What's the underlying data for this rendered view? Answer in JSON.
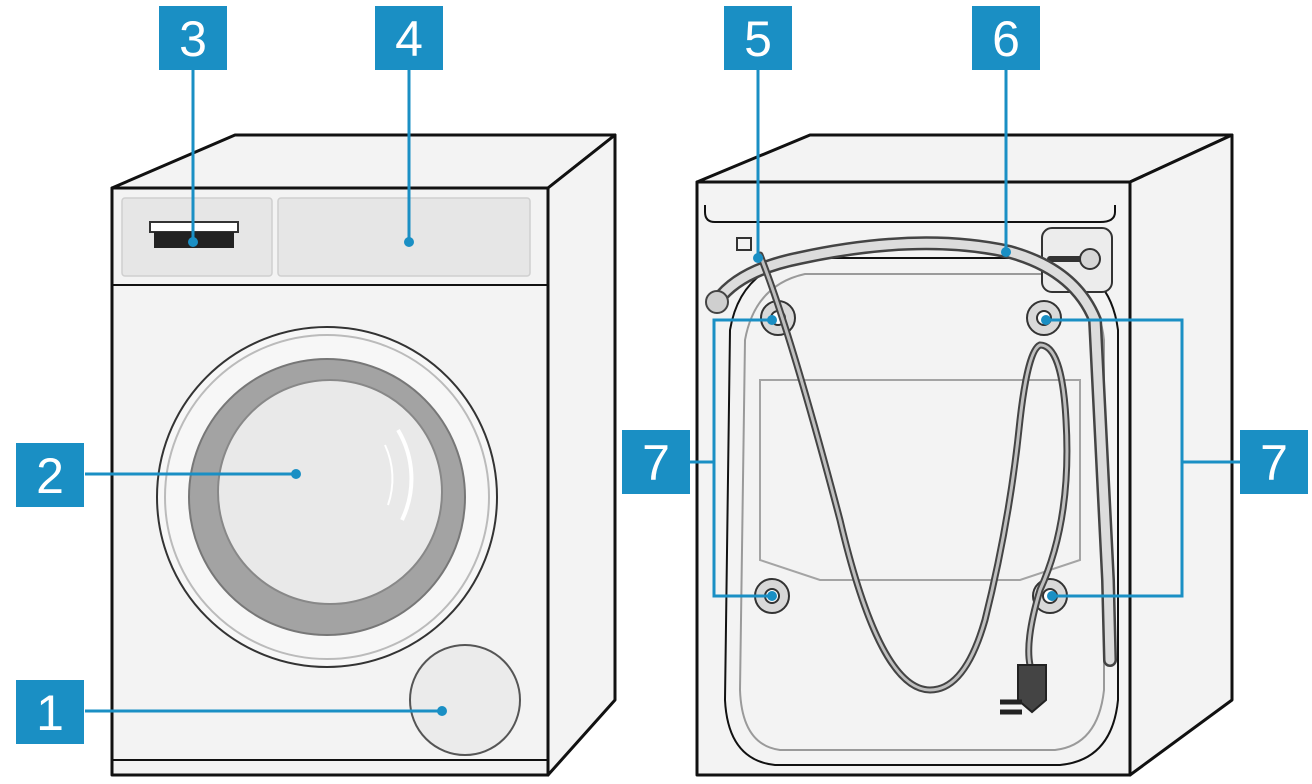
{
  "callouts": {
    "c1": "1",
    "c2": "2",
    "c3": "3",
    "c4": "4",
    "c5": "5",
    "c6": "6",
    "c7_left": "7",
    "c7_right": "7"
  },
  "colors": {
    "callout_blue": "#1a8fc4",
    "line": "#111111",
    "body_fill": "#f3f3f3"
  }
}
